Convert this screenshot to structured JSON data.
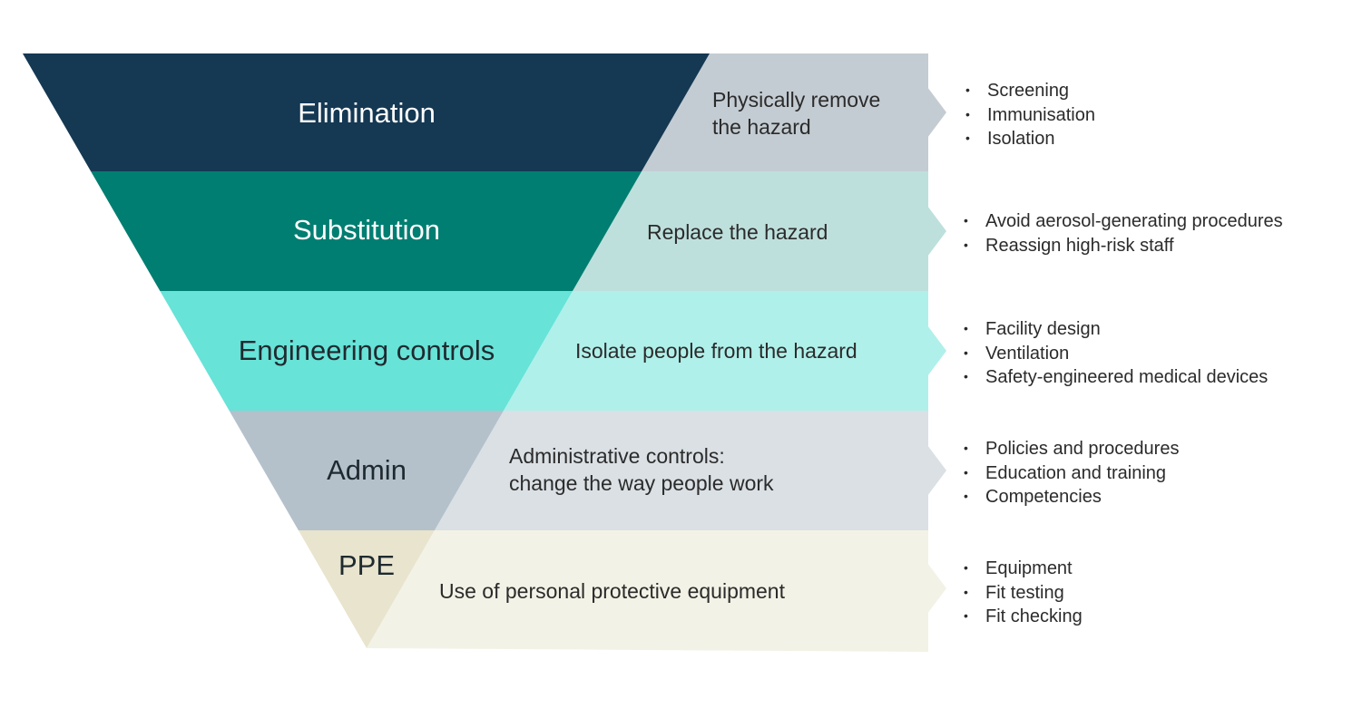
{
  "tiers": [
    {
      "name": "Elimination",
      "description": [
        "Physically remove",
        "the hazard"
      ],
      "examples": [
        "Screening",
        "Immunisation",
        "Isolation"
      ],
      "colors": {
        "main": "#153853",
        "light": "#c4ccd3",
        "name_text": "#ffffff"
      }
    },
    {
      "name": "Substitution",
      "description": [
        "Replace the hazard"
      ],
      "examples": [
        "Avoid aerosol-generating procedures",
        "Reassign high-risk staff"
      ],
      "colors": {
        "main": "#007e71",
        "light": "#bee0dd",
        "name_text": "#ffffff"
      }
    },
    {
      "name": "Engineering controls",
      "description": [
        "Isolate people from the hazard"
      ],
      "examples": [
        "Facility design",
        "Ventilation",
        "Safety-engineered medical devices"
      ],
      "colors": {
        "main": "#67e3d7",
        "light": "#b0f0ea",
        "name_text": "#1f2a30"
      }
    },
    {
      "name": "Admin",
      "description": [
        "Administrative controls:",
        "change the way people work"
      ],
      "examples": [
        "Policies and procedures",
        "Education and training",
        "Competencies"
      ],
      "colors": {
        "main": "#b4c1cb",
        "light": "#dae0e4",
        "name_text": "#1f2a30"
      }
    },
    {
      "name": "PPE",
      "description": [
        "Use of personal protective equipment"
      ],
      "examples": [
        "Equipment",
        "Fit testing",
        "Fit checking"
      ],
      "colors": {
        "main": "#e9e4cd",
        "light": "#f3f2e6",
        "name_text": "#1f2a30"
      }
    }
  ],
  "bullet_glyph": "•"
}
